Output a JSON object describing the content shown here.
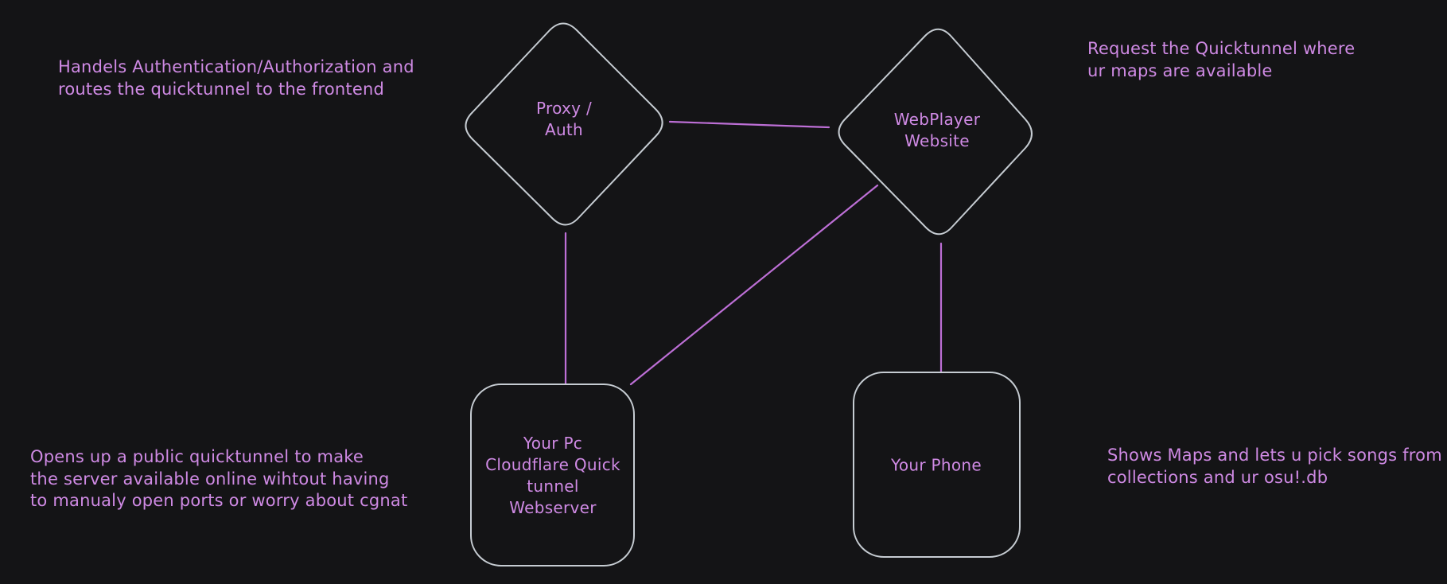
{
  "title": "osu! webplayer quicktunnel architecture diagram",
  "colors": {
    "background": "#141416",
    "shape_stroke": "#c6ccd2",
    "connector": "#bd6fd6",
    "text": "#cf8ae4"
  },
  "nodes": [
    {
      "id": "proxy-auth",
      "shape": "diamond",
      "label": "Proxy /\nAuth"
    },
    {
      "id": "webplayer-website",
      "shape": "diamond",
      "label": "WebPlayer\nWebsite"
    },
    {
      "id": "your-pc",
      "shape": "rounded-rectangle",
      "label": "Your Pc\nCloudflare Quick\ntunnel\nWebserver"
    },
    {
      "id": "your-phone",
      "shape": "rounded-rectangle",
      "label": "Your Phone"
    }
  ],
  "annotations": [
    {
      "id": "proxy-note",
      "text": "Handels Authentication/Authorization and\nroutes the quicktunnel to the frontend"
    },
    {
      "id": "webplayer-note",
      "text": "Request the Quicktunnel where\nur maps are available"
    },
    {
      "id": "tunnel-note",
      "text": "Opens up a public quicktunnel to make\nthe server available online wihtout having\nto manualy open ports or worry about cgnat"
    },
    {
      "id": "phone-note",
      "text": "Shows Maps and lets u pick songs from\ncollections and ur osu!.db"
    }
  ],
  "connections": [
    {
      "from": "proxy-auth",
      "to": "webplayer-website"
    },
    {
      "from": "proxy-auth",
      "to": "your-pc"
    },
    {
      "from": "webplayer-website",
      "to": "your-pc"
    },
    {
      "from": "webplayer-website",
      "to": "your-phone"
    }
  ]
}
